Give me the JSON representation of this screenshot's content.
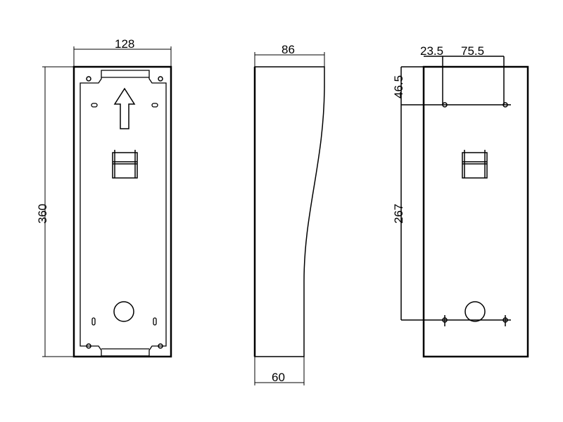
{
  "dimensions": {
    "front_width": "128",
    "front_height": "360",
    "side_top_depth": "86",
    "side_bottom_depth": "60",
    "hole_offset_x": "23.5",
    "hole_spacing_x": "75.5",
    "hole_offset_y": "46.5",
    "hole_spacing_y": "267"
  }
}
